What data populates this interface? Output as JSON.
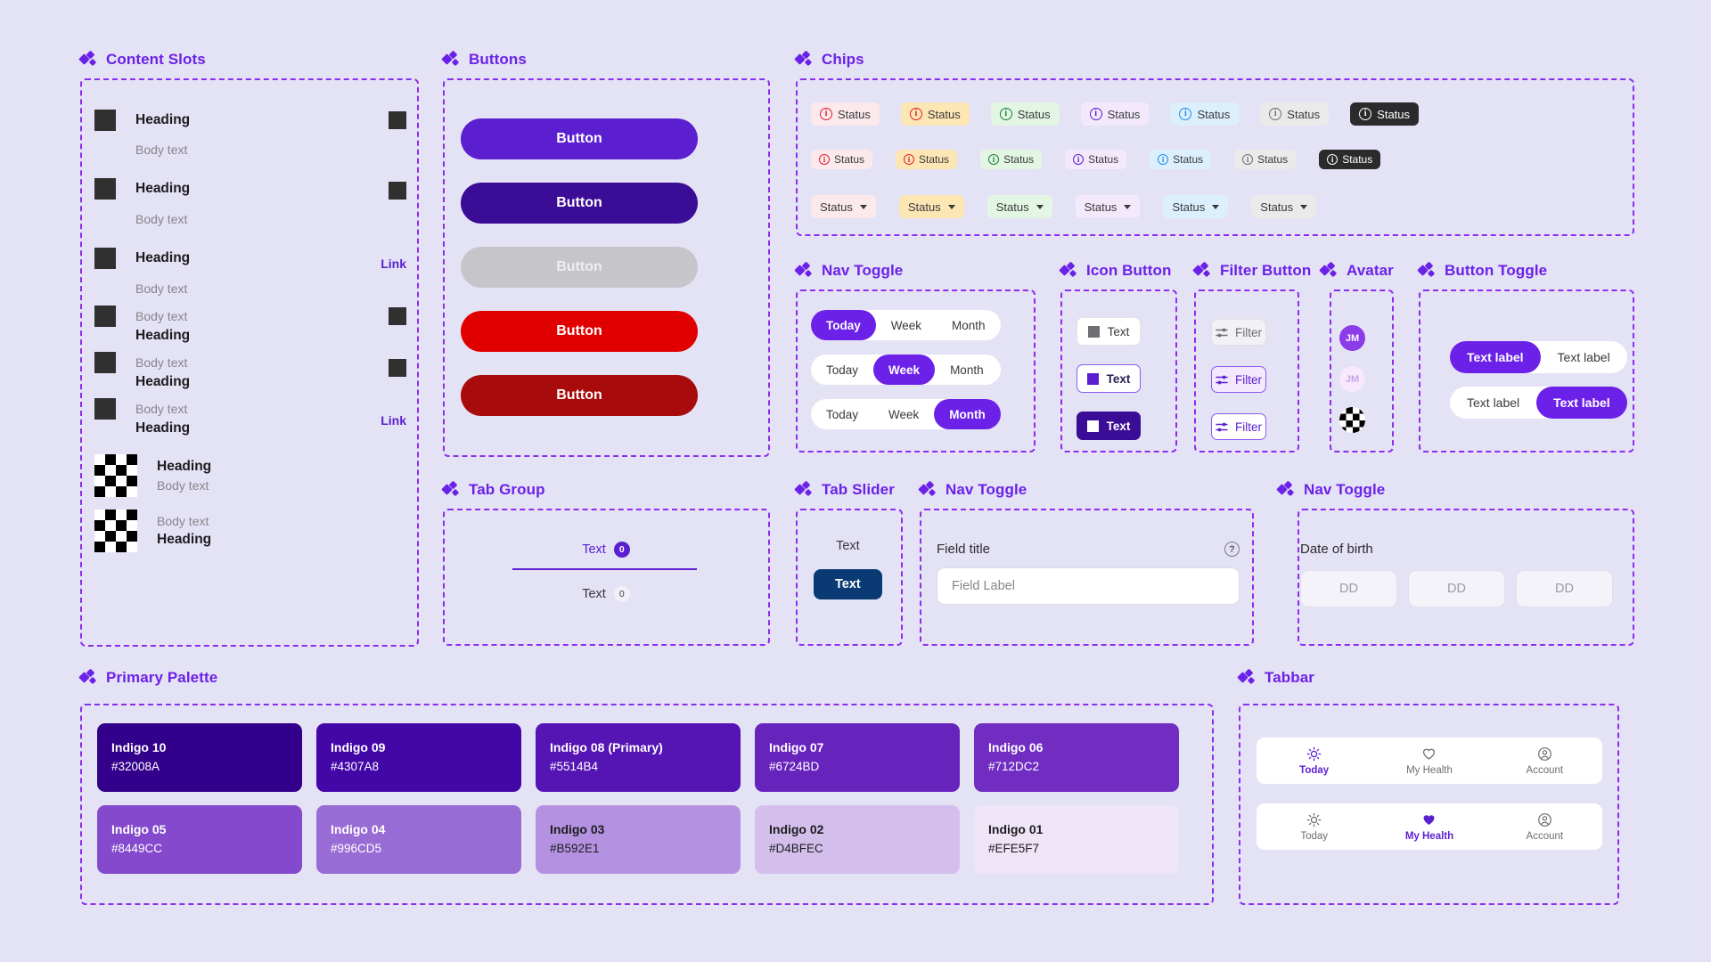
{
  "sections": {
    "content_slots": "Content Slots",
    "buttons": "Buttons",
    "chips": "Chips",
    "nav_toggle": "Nav Toggle",
    "icon_button": "Icon Button",
    "filter_button": "Filter Button",
    "avatar": "Avatar",
    "button_toggle": "Button Toggle",
    "tab_group": "Tab Group",
    "tab_slider": "Tab Slider",
    "nav_toggle_2": "Nav Toggle",
    "nav_toggle_3": "Nav Toggle",
    "primary_palette": "Primary Palette",
    "tabbar": "Tabbar"
  },
  "content_slots": {
    "heading": "Heading",
    "body": "Body text",
    "link": "Link",
    "rows": [
      {
        "icon": "square",
        "title": "Heading",
        "sub": "Body text",
        "right": "square"
      },
      {
        "icon": "square",
        "title": "Heading",
        "sub": "Body text",
        "right": "square"
      },
      {
        "icon": "square",
        "title": "Heading",
        "sub": "Body text",
        "right": "link"
      },
      {
        "icon": "square",
        "title": "Body text",
        "sub": "Heading",
        "right": "square"
      },
      {
        "icon": "square",
        "title": "Body text",
        "sub": "Heading",
        "right": "square"
      },
      {
        "icon": "square",
        "title": "Body text",
        "sub": "Heading",
        "right": "link"
      },
      {
        "icon": "checker",
        "title": "Heading",
        "sub": "Body text",
        "right": "none"
      },
      {
        "icon": "checker",
        "title": "Body text",
        "sub": "Heading",
        "right": "none"
      }
    ]
  },
  "buttons": {
    "items": [
      {
        "label": "Button",
        "bg": "#5B1FD0",
        "fg": "#FFFFFF"
      },
      {
        "label": "Button",
        "bg": "#3B0D96",
        "fg": "#FFFFFF"
      },
      {
        "label": "Button",
        "bg": "#C6C6CA",
        "fg": "#EDEDF2"
      },
      {
        "label": "Button",
        "bg": "#E00000",
        "fg": "#FFFFFF"
      },
      {
        "label": "Button",
        "bg": "#A80B0B",
        "fg": "#FFFFFF"
      }
    ]
  },
  "chips": {
    "label": "Status",
    "row1": [
      {
        "bg": "#FCE9EC",
        "icon": "#E01B33",
        "fg": "#3A3A3C"
      },
      {
        "bg": "#FCE6B4",
        "icon": "#E01B33",
        "fg": "#3A3A3C"
      },
      {
        "bg": "#E3F6E4",
        "icon": "#118038",
        "fg": "#3A3A3C"
      },
      {
        "bg": "#F4E9FB",
        "icon": "#5B1FD0",
        "fg": "#3A3A3C"
      },
      {
        "bg": "#DCEFFD",
        "icon": "#1E8EEA",
        "fg": "#3A3A3C"
      },
      {
        "bg": "#EAEAEA",
        "icon": "#6E6E73",
        "fg": "#3A3A3C"
      },
      {
        "bg": "#2B2B2D",
        "icon": "#FFFFFF",
        "fg": "#FFFFFF"
      }
    ],
    "row2": [
      {
        "bg": "#FCE9EC",
        "icon": "#E01B33",
        "fg": "#3A3A3C"
      },
      {
        "bg": "#FCE6B4",
        "icon": "#E01B33",
        "fg": "#3A3A3C"
      },
      {
        "bg": "#E3F6E4",
        "icon": "#118038",
        "fg": "#3A3A3C"
      },
      {
        "bg": "#F4E9FB",
        "icon": "#5B1FD0",
        "fg": "#3A3A3C"
      },
      {
        "bg": "#DCEFFD",
        "icon": "#1E8EEA",
        "fg": "#3A3A3C"
      },
      {
        "bg": "#EAEAEA",
        "icon": "#6E6E73",
        "fg": "#3A3A3C"
      },
      {
        "bg": "#2B2B2D",
        "icon": "#FFFFFF",
        "fg": "#FFFFFF"
      }
    ],
    "row3": [
      {
        "bg": "#FCE9EC",
        "fg": "#3A3A3C"
      },
      {
        "bg": "#FCE6B4",
        "fg": "#3A3A3C"
      },
      {
        "bg": "#E3F6E4",
        "fg": "#3A3A3C"
      },
      {
        "bg": "#F4E9FB",
        "fg": "#3A3A3C"
      },
      {
        "bg": "#DCEFFD",
        "fg": "#3A3A3C"
      },
      {
        "bg": "#EAEAEA",
        "fg": "#3A3A3C"
      }
    ]
  },
  "nav_toggle": {
    "options": [
      "Today",
      "Week",
      "Month"
    ],
    "rows": [
      {
        "selected": "Today"
      },
      {
        "selected": "Week"
      },
      {
        "selected": "Month"
      }
    ]
  },
  "icon_button": {
    "items": [
      {
        "label": "Text",
        "box": "#6E6E73",
        "border": "#E3E3E8",
        "fg": "#3A3A3C"
      },
      {
        "label": "Text",
        "box": "#5B1FD0",
        "border": "#8B5CF0",
        "fg": "#2B1C52"
      },
      {
        "label": "Text",
        "box": "#FFFFFF",
        "border": "#3B0D96",
        "fg": "#FFFFFF"
      }
    ]
  },
  "filter_button": {
    "items": [
      {
        "label": "Filter",
        "bg": "#F2F1F6",
        "border": "#E0DFE6",
        "fg": "#6E6E73"
      },
      {
        "label": "Filter",
        "bg": "#F3E8FC",
        "border": "#8B5CF0",
        "fg": "#5B1FD0"
      },
      {
        "label": "Filter",
        "bg": "#FFFFFF",
        "border": "#8B5CF0",
        "fg": "#5B1FD0"
      }
    ]
  },
  "avatar": {
    "items": [
      {
        "initials": "JM",
        "bg": "#8B3CE8",
        "fg": "#FFFFFF"
      },
      {
        "initials": "JM",
        "bg": "#F7E9FB",
        "fg": "#C9A6E8"
      },
      {
        "initials": "",
        "bg": "checker",
        "fg": "#000000"
      }
    ]
  },
  "button_toggle": {
    "rows": [
      {
        "left": "Text label",
        "right": "Text label",
        "selected": "left"
      },
      {
        "left": "Text label",
        "right": "Text label",
        "selected": "right"
      }
    ]
  },
  "tab_group": {
    "tabs": [
      {
        "label": "Text",
        "count": "0",
        "active": true
      },
      {
        "label": "Text",
        "count": "0",
        "active": false
      }
    ]
  },
  "tab_slider": {
    "tabs": [
      {
        "label": "Text",
        "active": false
      },
      {
        "label": "Text",
        "active": true
      }
    ],
    "active_bg": "#0A3A73"
  },
  "form_field": {
    "title": "Field title",
    "help_icon": "?",
    "placeholder": "Field Label"
  },
  "date_of_birth": {
    "title": "Date of birth",
    "fields": [
      "DD",
      "DD",
      "DD"
    ]
  },
  "primary_palette": {
    "swatches": [
      {
        "name": "Indigo 10",
        "hex": "#32008A",
        "bg": "#32008A",
        "fg": "#FFFFFF"
      },
      {
        "name": "Indigo 09",
        "hex": "#4307A8",
        "bg": "#4307A8",
        "fg": "#FFFFFF"
      },
      {
        "name": "Indigo 08 (Primary)",
        "hex": "#5514B4",
        "bg": "#5514B4",
        "fg": "#FFFFFF"
      },
      {
        "name": "Indigo 07",
        "hex": "#6724BD",
        "bg": "#6724BD",
        "fg": "#FFFFFF"
      },
      {
        "name": "Indigo 06",
        "hex": "#712DC2",
        "bg": "#712DC2",
        "fg": "#FFFFFF"
      },
      {
        "name": "Indigo 05",
        "hex": "#8449CC",
        "bg": "#8449CC",
        "fg": "#FFFFFF"
      },
      {
        "name": "Indigo 04",
        "hex": "#996CD5",
        "bg": "#996CD5",
        "fg": "#FFFFFF"
      },
      {
        "name": "Indigo 03",
        "hex": "#B592E1",
        "bg": "#B592E1",
        "fg": "#1C1C1E"
      },
      {
        "name": "Indigo 02",
        "hex": "#D4BFEC",
        "bg": "#D4BFEC",
        "fg": "#1C1C1E"
      },
      {
        "name": "Indigo 01",
        "hex": "#EFE5F7",
        "bg": "#EFE5F7",
        "fg": "#1C1C1E"
      }
    ]
  },
  "tabbar": {
    "rows": [
      {
        "items": [
          {
            "label": "Today",
            "icon": "sun-icon",
            "active": true
          },
          {
            "label": "My Health",
            "icon": "heart-icon",
            "active": false
          },
          {
            "label": "Account",
            "icon": "user-icon",
            "active": false
          }
        ]
      },
      {
        "items": [
          {
            "label": "Today",
            "icon": "sun-icon",
            "active": false
          },
          {
            "label": "My Health",
            "icon": "heart-filled-icon",
            "active": true
          },
          {
            "label": "Account",
            "icon": "user-icon",
            "active": false
          }
        ]
      }
    ],
    "accent": "#5B1FD0",
    "inactive": "#6E6E73"
  }
}
